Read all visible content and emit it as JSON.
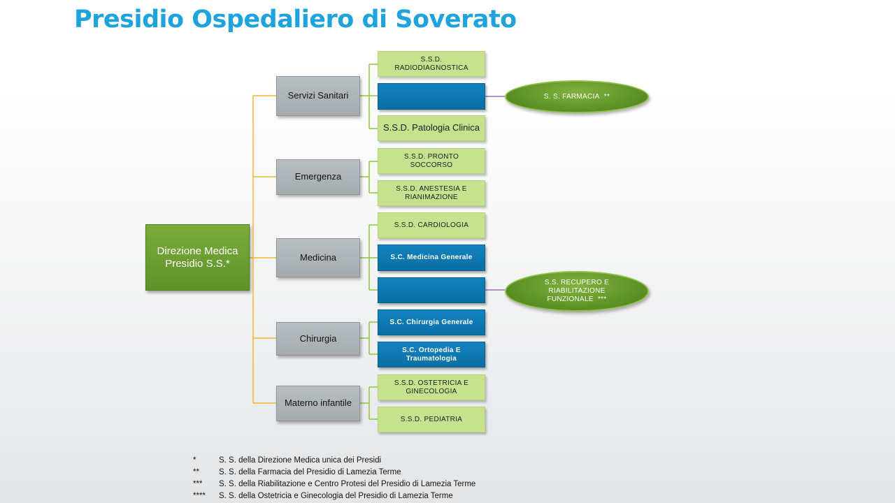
{
  "title": "Presidio Ospedaliero di Soverato",
  "root": {
    "line1": "Direzione Medica",
    "line2": "Presidio S.S.",
    "mark": "*"
  },
  "categories": {
    "servizi": "Servizi Sanitari",
    "emergenza": "Emergenza",
    "medicina": "Medicina",
    "chirurgia": "Chirurgia",
    "materno": "Materno infantile"
  },
  "units": {
    "radiodiagnostica": {
      "line1": "S.S.D.",
      "line2": "RADIODIAGNOSTICA"
    },
    "patologia": "S.S.D. Patologia Clinica",
    "pronto": {
      "line1": "S.S.D.  PRONTO",
      "line2": "SOCCORSO"
    },
    "anestesia": {
      "line1": "S.S.D.  ANESTESIA E",
      "line2": "RIANIMAZIONE"
    },
    "cardiologia": "S.S.D.  CARDIOLOGIA",
    "medicina_generale": "S.C.  Medicina  Generale",
    "chirurgia_generale": "S.C.  Chirurgia  Generale",
    "ortopedia": {
      "line1": "S.C.  Ortopedia  E",
      "line2": "Traumatologia"
    },
    "ostetricia": {
      "line1": "S.S.D. OSTETRICIA E",
      "line2": "GINECOLOGIA"
    },
    "pediatria": "S.S.D.  PEDIATRIA",
    "blank1": "",
    "blank2": ""
  },
  "ellipses": {
    "farmacia": {
      "text": "S. S.  FARMACIA",
      "mark": "**"
    },
    "recupero": {
      "line1": "S.S.  RECUPERO E",
      "line2": "RIABILITAZIONE",
      "line3": "FUNZIONALE",
      "mark": "***"
    }
  },
  "footnotes": [
    {
      "mark": "*",
      "text": "S. S. della Direzione Medica unica dei Presidi"
    },
    {
      "mark": "**",
      "text": "S. S. della Farmacia del Presidio di Lamezia Terme"
    },
    {
      "mark": "***",
      "text": "S. S. della Riabilitazione  e Centro Protesi del Presidio di Lamezia Terme"
    },
    {
      "mark": "****",
      "text": "S. S. della Ostetricia  e Ginecologia del Presidio di Lamezia Terme"
    }
  ],
  "colors": {
    "title": "#1fa3dc",
    "root": "#6b9e31",
    "category": "#aeb4b8",
    "light_green": "#c6e28f",
    "blue": "#0f78b3",
    "connector_orange": "#f2b632",
    "connector_green": "#8cc63f",
    "connector_purple": "#9b6fbd"
  }
}
